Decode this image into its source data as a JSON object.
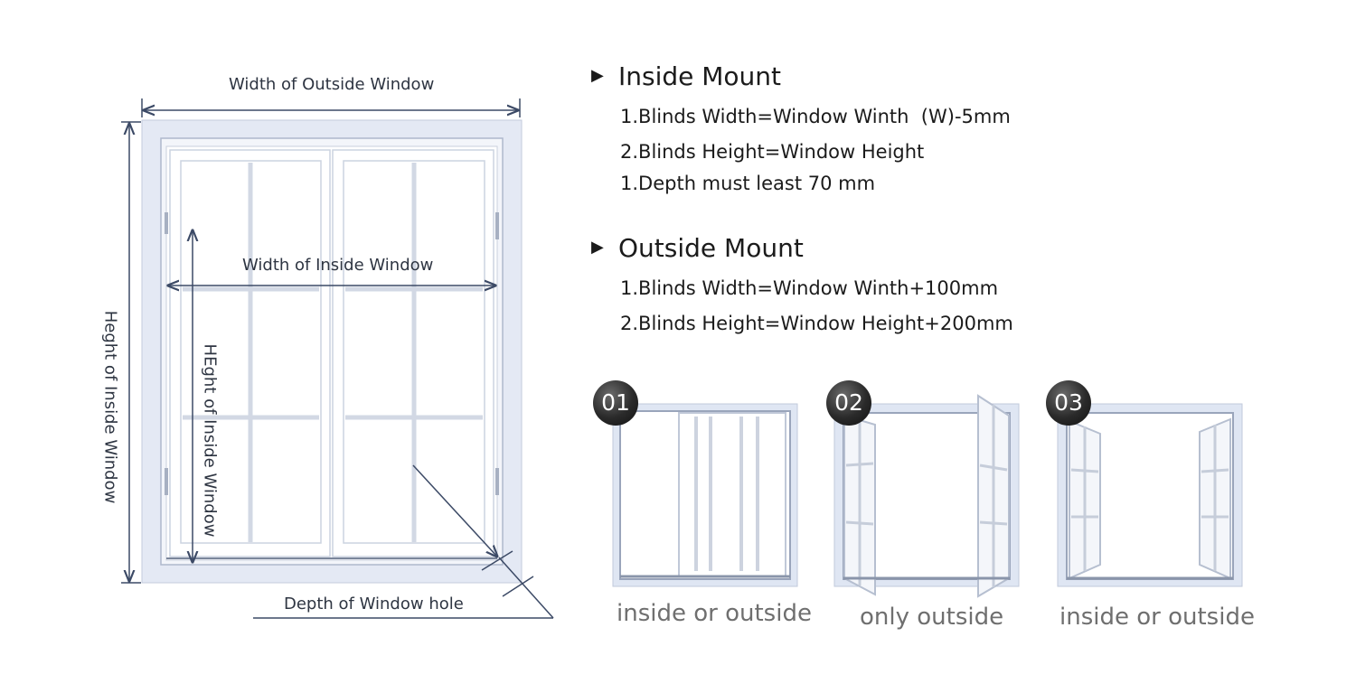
{
  "diagram": {
    "width_outside": "Width of Outside Window",
    "width_inside": "Width of Inside Window",
    "height_outside": "Heght of Inside Window",
    "height_inside": "HEght of Inside Window",
    "depth": "Depth of Window hole"
  },
  "inside_mount": {
    "title": "Inside Mount",
    "rules": [
      "1.Blinds Width=Window Winth  (W)-5mm",
      "2.Blinds Height=Window Height",
      "1.Depth must least 70 mm"
    ]
  },
  "outside_mount": {
    "title": "Outside Mount",
    "rules": [
      "1.Blinds Width=Window Winth+100mm",
      "2.Blinds Height=Window Height+200mm"
    ]
  },
  "window_types": [
    {
      "badge": "01",
      "caption": "inside or outside"
    },
    {
      "badge": "02",
      "caption": "only outside"
    },
    {
      "badge": "03",
      "caption": "inside or outside"
    }
  ],
  "colors": {
    "dimension_line": "#3c4a66",
    "frame": "#dfe5f2",
    "frame_edge": "#aeb8cc",
    "text_dark": "#1b1b1b",
    "caption_gray": "#6f6f6f"
  }
}
